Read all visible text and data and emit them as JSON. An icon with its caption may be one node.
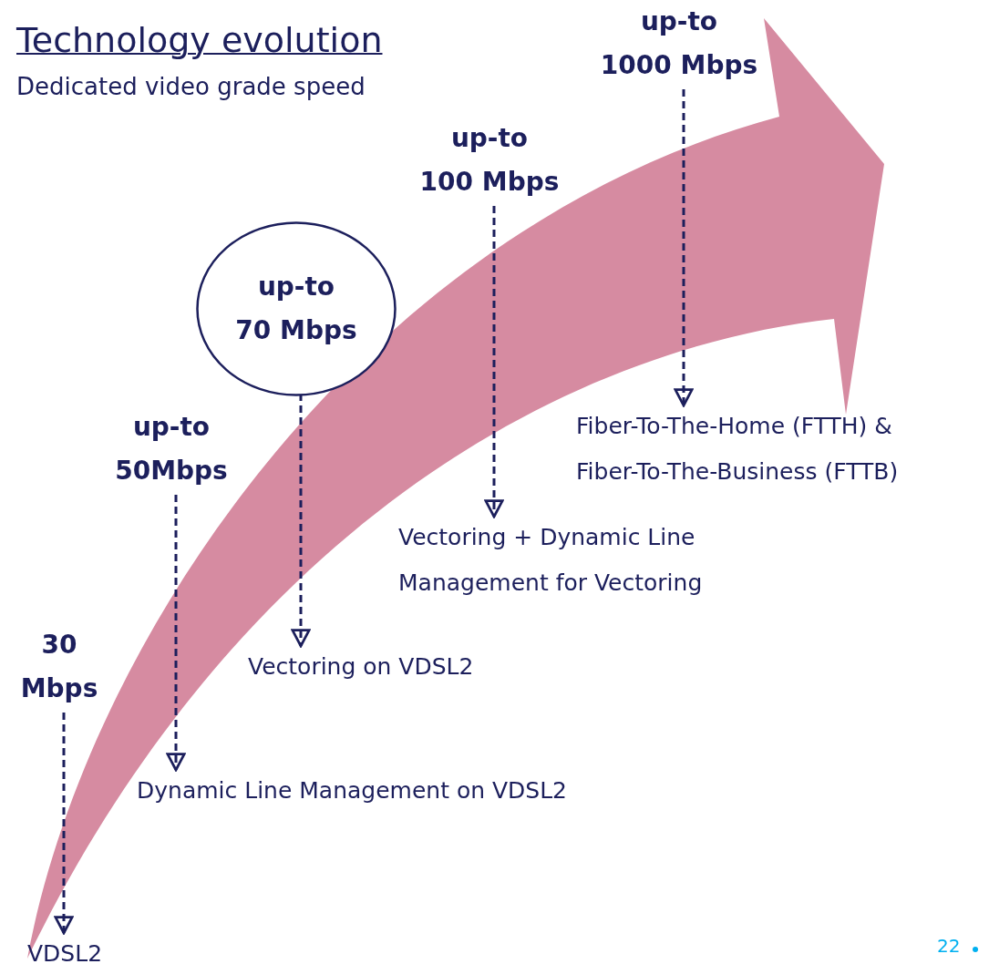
{
  "diagram": {
    "title": "Technology evolution",
    "nodes": [
      {
        "text": [
          "up-to 1000 Mbps"
        ]
      },
      {
        "text": [
          "up-to 100 Mbps"
        ]
      },
      {
        "text": [
          "up-to 70 Mbps"
        ]
      },
      {
        "text": [
          "up-to 50Mbps"
        ]
      },
      {
        "text": [
          "Fiber-To-The-Home (FTTH) & Fiber-To-The-Business (FTTB)"
        ]
      },
      {
        "text": [
          "Vectoring + Dynamic Line Management for Vectoring"
        ]
      },
      {
        "text": [
          "30 Mbps"
        ]
      },
      {
        "text": [
          "Vectoring on VDSL2"
        ]
      },
      {
        "text": [
          "Dynamic Line Management on VDSL2"
        ]
      },
      {
        "text": [
          "VDSL2"
        ]
      }
    ],
    "edges": [
      {
        "from": 0,
        "to": 4,
        "arrow": "to",
        "style": "dashed"
      },
      {
        "from": 1,
        "to": 5,
        "arrow": "to",
        "style": "dashed"
      },
      {
        "from": 2,
        "to": 7,
        "arrow": "to",
        "style": "dashed"
      },
      {
        "from": 3,
        "to": 8,
        "arrow": "to",
        "style": "dashed"
      },
      {
        "from": 6,
        "to": 9,
        "arrow": "to",
        "style": "dashed"
      }
    ],
    "labels": [
      "Dedicated video grade speed",
      "22"
    ]
  }
}
